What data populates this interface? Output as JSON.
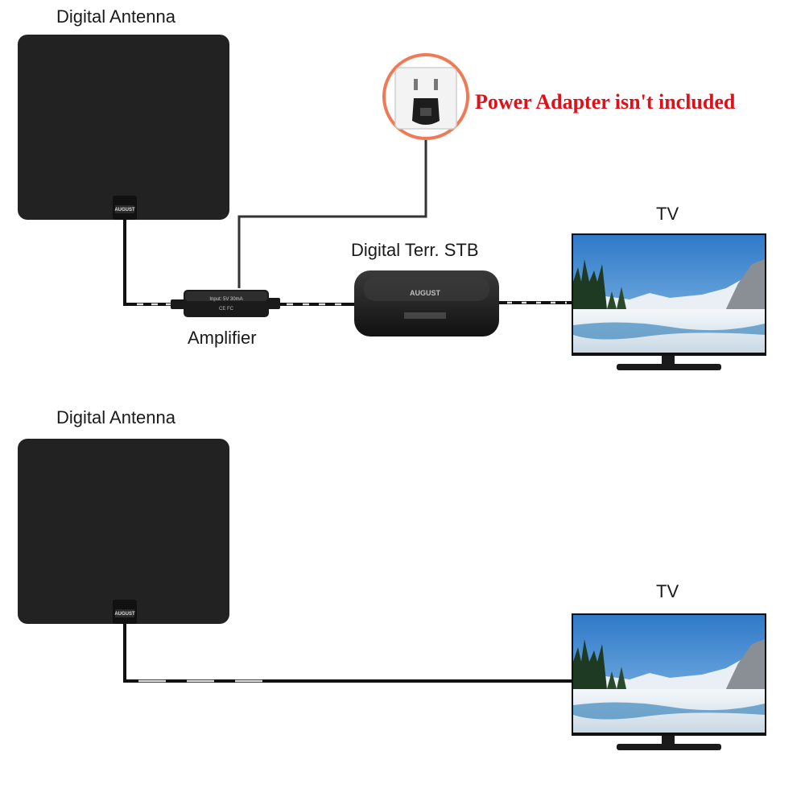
{
  "labels": {
    "antenna_top": "Digital Antenna",
    "antenna_bottom": "Digital Antenna",
    "tv_top": "TV",
    "tv_bottom": "TV",
    "stb": "Digital Terr. STB",
    "amplifier": "Amplifier",
    "power_note": "Power Adapter isn't included"
  },
  "device_marks": {
    "antenna_brand": "AUGUST",
    "stb_brand": "AUGUST",
    "amplifier_spec": "Input: 5V 30mA",
    "amplifier_certs": "CE FC"
  },
  "colors": {
    "antenna": "#222222",
    "cable": "#111111",
    "cable_dash": "#e0e0e0",
    "power_note": "#e0101a",
    "outlet_ring": "#f07a55",
    "tv_sky": "#4a8fd0"
  }
}
